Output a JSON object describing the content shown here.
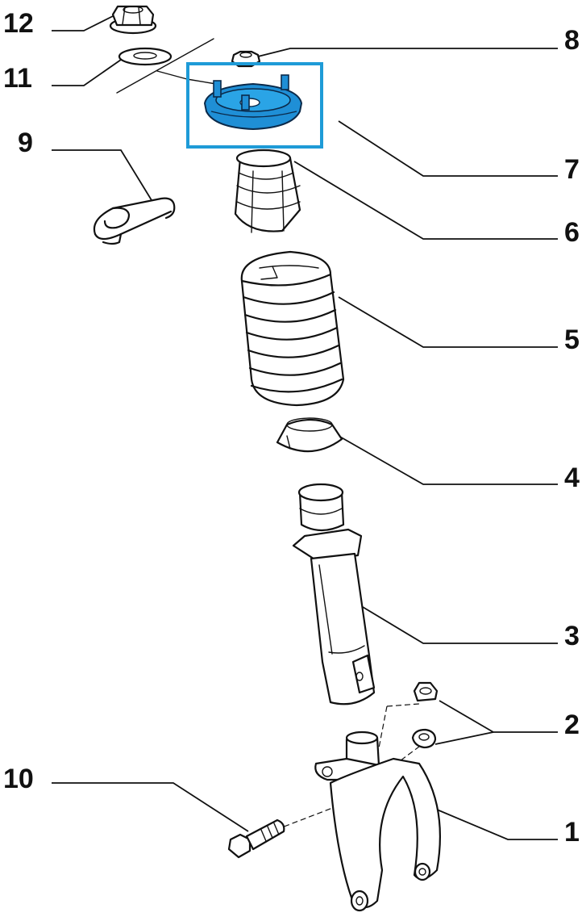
{
  "callouts": [
    {
      "id": "1",
      "label": "1",
      "part": "steering-knuckle-fork"
    },
    {
      "id": "2",
      "label": "2",
      "part": "nut"
    },
    {
      "id": "3",
      "label": "3",
      "part": "shock-absorber"
    },
    {
      "id": "4",
      "label": "4",
      "part": "spring-seat"
    },
    {
      "id": "5",
      "label": "5",
      "part": "coil-spring"
    },
    {
      "id": "6",
      "label": "6",
      "part": "bump-stop-boot"
    },
    {
      "id": "7",
      "label": "7",
      "part": "top-mount",
      "highlighted": true
    },
    {
      "id": "8",
      "label": "8",
      "part": "top-nut"
    },
    {
      "id": "9",
      "label": "9",
      "part": "retaining-clip"
    },
    {
      "id": "10",
      "label": "10",
      "part": "bolt"
    },
    {
      "id": "11",
      "label": "11",
      "part": "washer"
    },
    {
      "id": "12",
      "label": "12",
      "part": "flange-nut"
    }
  ],
  "highlight": {
    "callout": "7",
    "color": "#1e9bd7",
    "fill": "#1f8fd6"
  }
}
